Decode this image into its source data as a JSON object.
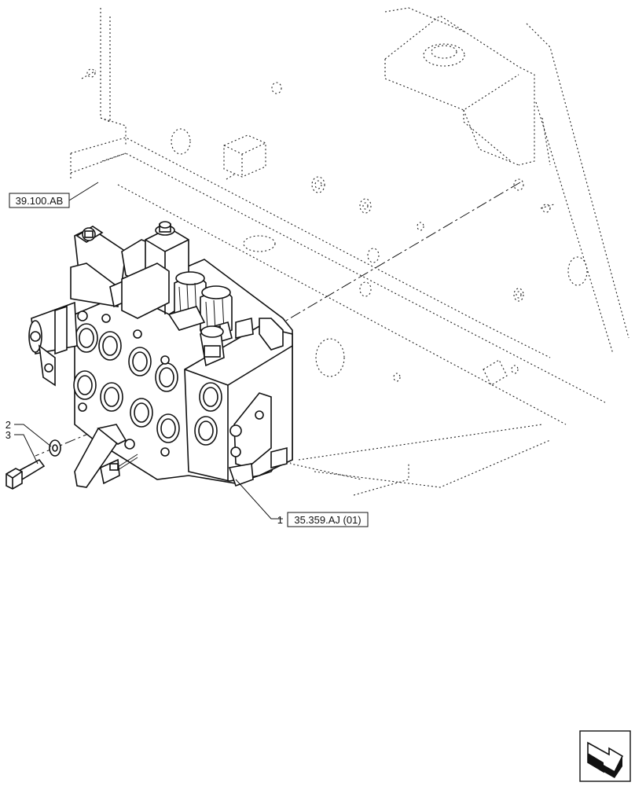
{
  "callouts": {
    "ref_frame": "39.100.AB",
    "ref_valve": "35.359.AJ (01)",
    "item_1": "1",
    "item_2": "2",
    "item_3": "3"
  },
  "icons": {
    "nav_arrow": "arrow-icon"
  }
}
